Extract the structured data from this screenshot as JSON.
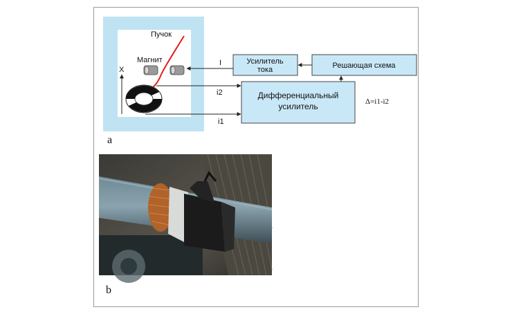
{
  "figure": {
    "panel_a": {
      "label": "a",
      "beam_label": "Пучок",
      "magnet_label": "Магнит",
      "axis_label": "X",
      "current_amp_label_line1": "Усилитель",
      "current_amp_label_line2": "тока",
      "decision_label": "Решающая схема",
      "diff_amp_label_line1": "Дифференциальный",
      "diff_amp_label_line2": "усилитель",
      "formula": "Δ=i1-i2",
      "signal_I": "I",
      "signal_i1": "i1",
      "signal_i2": "i2",
      "colors": {
        "panel_bg": "#bfe3f3",
        "box_fill": "#c9e8f7",
        "beam": "#e21b1b",
        "line": "#222222"
      }
    },
    "panel_b": {
      "label": "b"
    }
  }
}
